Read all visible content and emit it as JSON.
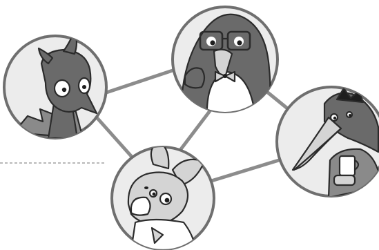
{
  "scene": {
    "nodes": [
      {
        "id": "dragon",
        "subject": "horned-creature-portrait"
      },
      {
        "id": "penguin",
        "subject": "penguin-with-glasses-portrait"
      },
      {
        "id": "bird",
        "subject": "long-beaked-bird-portrait"
      },
      {
        "id": "rabbit",
        "subject": "rabbit-portrait"
      }
    ],
    "edges": [
      [
        "dragon",
        "penguin"
      ],
      [
        "dragon",
        "rabbit"
      ],
      [
        "penguin",
        "rabbit"
      ],
      [
        "penguin",
        "bird"
      ],
      [
        "rabbit",
        "bird"
      ]
    ],
    "colors": {
      "background": "#ffffff",
      "edge": "#8c8c8c",
      "ring": "#6f6f6f",
      "portrait_fill": "#ececec",
      "ink": "#2b2b2b"
    }
  }
}
